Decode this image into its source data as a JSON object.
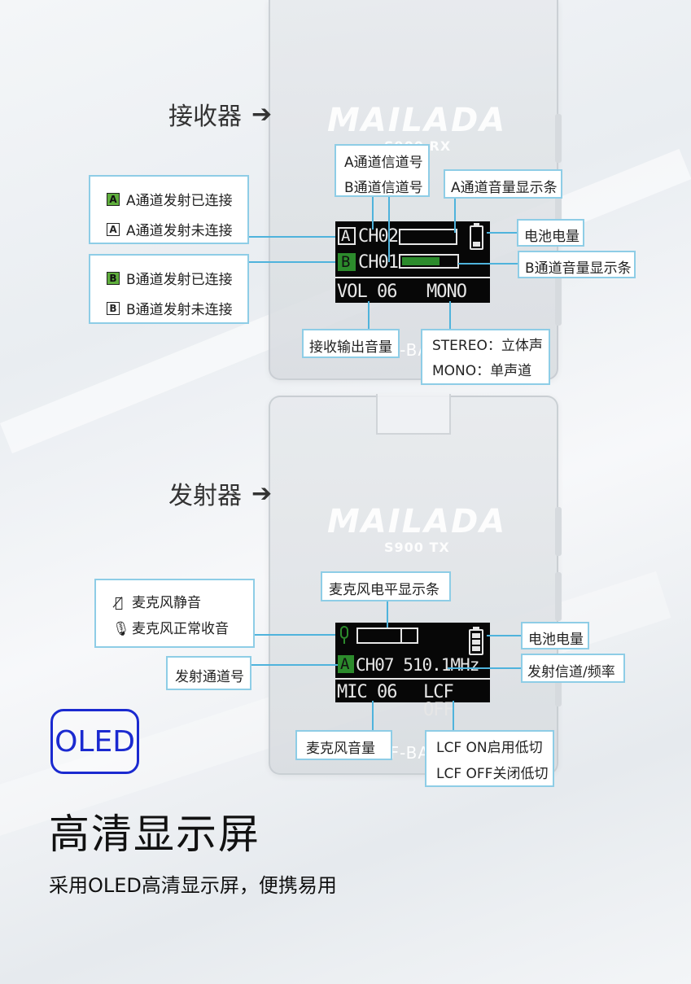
{
  "receiver": {
    "heading": "接收器",
    "brand": "MAILADA",
    "model": "S900 RX",
    "band": "UHF-BAND",
    "screen": {
      "ch_a_letter": "A",
      "ch_a": "CH02",
      "ch_b_letter": "B",
      "ch_b": "CH01",
      "vol": "VOL 06",
      "mode": "MONO",
      "a_level": 0,
      "b_level": 0.7
    },
    "labels": {
      "a_connected": "A通道发射已连接",
      "a_disconnected": "A通道发射未连接",
      "b_connected": "B通道发射已连接",
      "b_disconnected": "B通道发射未连接",
      "a_channel": "A通道信道号",
      "b_channel": "B通道信道号",
      "a_volume_bar": "A通道音量显示条",
      "battery": "电池电量",
      "b_volume_bar": "B通道音量显示条",
      "output_volume": "接收输出音量",
      "stereo": "STEREO：立体声",
      "mono": "MONO：单声道"
    }
  },
  "transmitter": {
    "heading": "发射器",
    "brand": "MAILADA",
    "model": "S900 TX",
    "band": "UHF-BAND",
    "screen": {
      "ch_letter": "A",
      "channel_freq": "CH07 510.1MHz",
      "mic": "MIC 06",
      "lcf": "LCF OFF"
    },
    "labels": {
      "mic_mute": "麦克风静音",
      "mic_normal": "麦克风正常收音",
      "mic_level_bar": "麦克风电平显示条",
      "battery": "电池电量",
      "tx_channel": "发射通道号",
      "tx_channel_freq": "发射信道/频率",
      "mic_volume": "麦克风音量",
      "lcf_on": "LCF ON启用低切",
      "lcf_off": "LCF OFF关闭低切"
    }
  },
  "badge": "OLED",
  "title": "高清显示屏",
  "subtitle": "采用OLED高清显示屏，便携易用",
  "colors": {
    "accent": "#1b2ad0",
    "line": "#4fb3dc",
    "green": "#2c8b2c"
  }
}
